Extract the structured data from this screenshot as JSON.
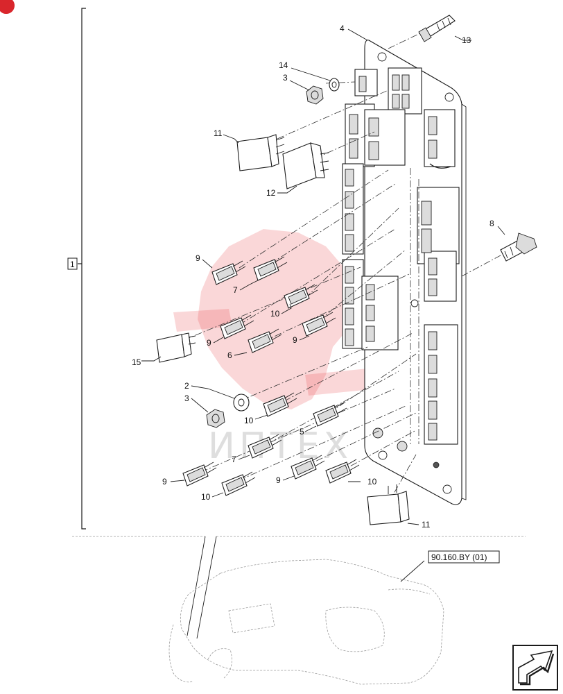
{
  "diagram": {
    "group_label": "1",
    "reference_label": "90.160.BY (01)",
    "watermark_text": "ИПТЕХ",
    "callouts": {
      "c2": "2",
      "c3a": "3",
      "c3b": "3",
      "c4": "4",
      "c5": "5",
      "c6": "6",
      "c7a": "7",
      "c7b": "7",
      "c8": "8",
      "c9a": "9",
      "c9b": "9",
      "c9c": "9",
      "c9d": "9",
      "c9e": "9",
      "c10a": "10",
      "c10b": "10",
      "c10c": "10",
      "c10d": "10",
      "c11a": "11",
      "c11b": "11",
      "c12": "12",
      "c13": "13",
      "c14": "14",
      "c15": "15"
    },
    "icons": {
      "corner_marker": "red-corner-marker-icon",
      "navigation": "next-page-arrow-icon"
    }
  }
}
